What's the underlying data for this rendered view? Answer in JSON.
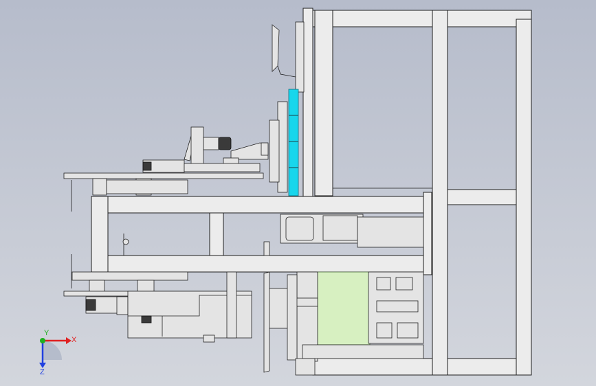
{
  "view": {
    "background_top": "#b6bccb",
    "background_bottom": "#d3d6dd",
    "cyan_part_color": "#18d6ec",
    "green_panel_color": "#d7f0c1"
  },
  "triad": {
    "x_label": "X",
    "y_label": "Y",
    "z_label": "Z",
    "x_color": "#e02020",
    "y_color": "#20b020",
    "z_color": "#2040e0"
  }
}
